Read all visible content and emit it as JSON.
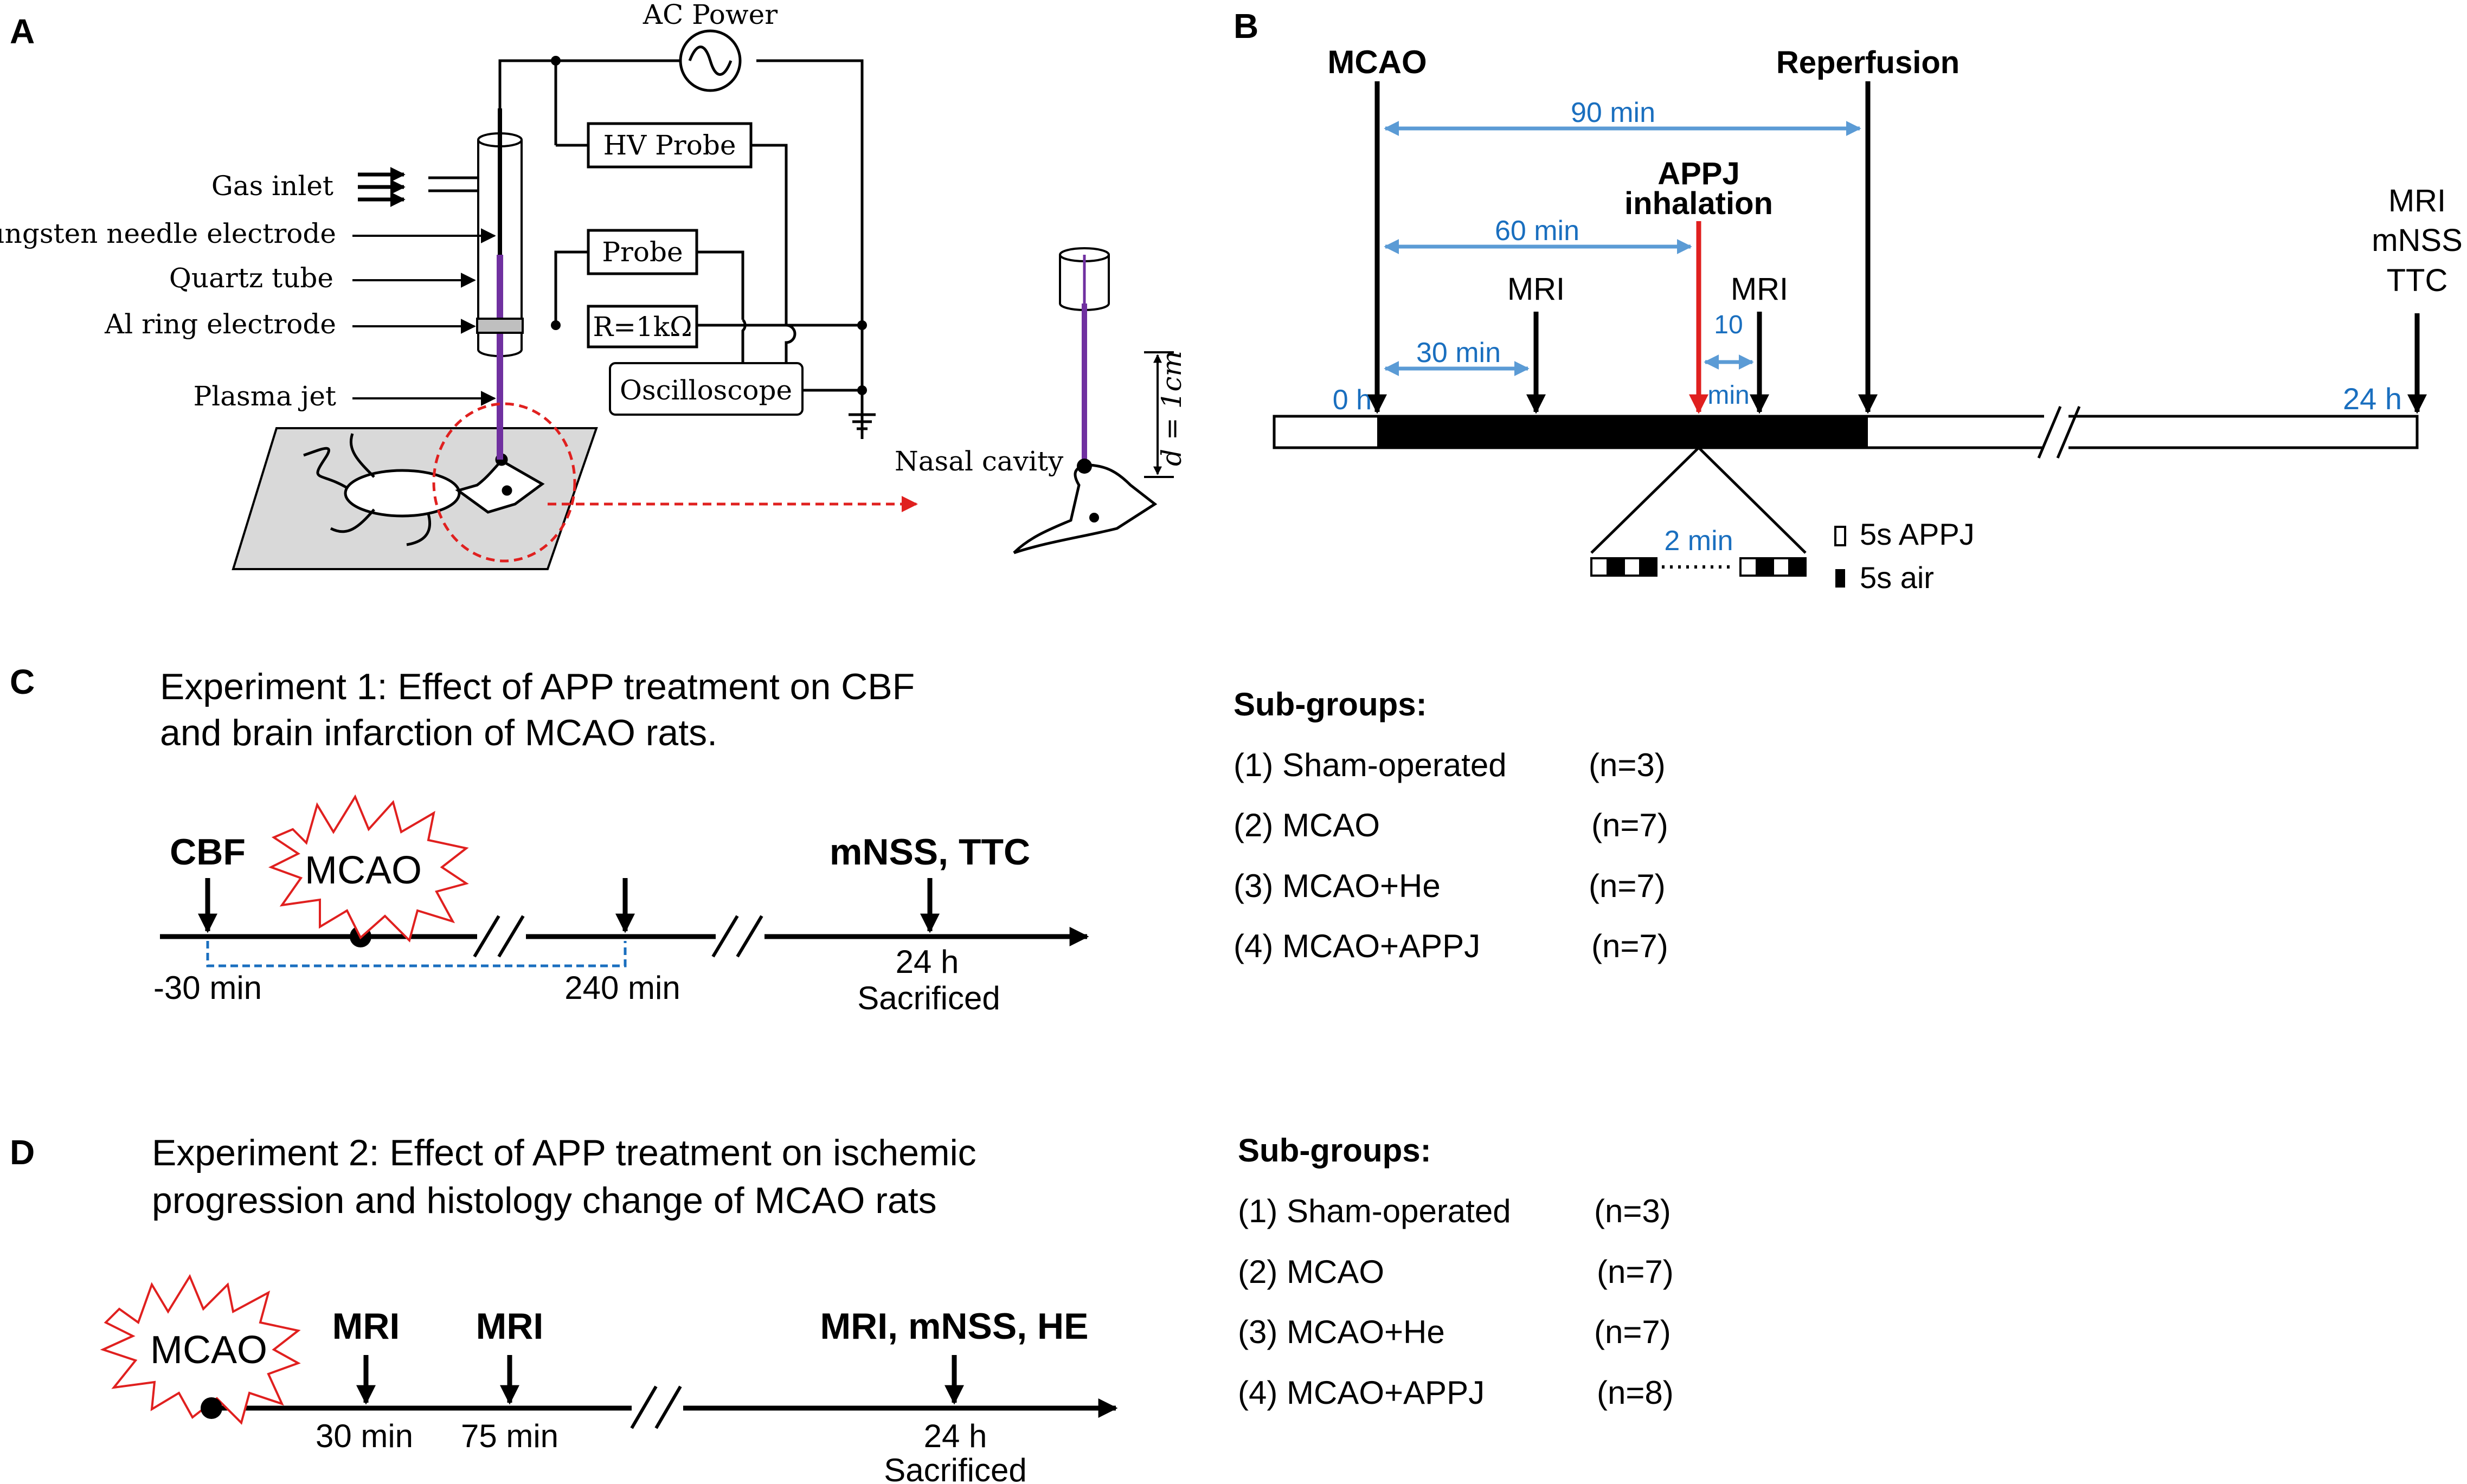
{
  "colors": {
    "accent_blue": "#1a6fbf",
    "arrow_blue": "#5b9bd5",
    "red": "#e0201f",
    "plasma": "#7030a0",
    "grey": "#d9d9d9"
  },
  "panel_a": {
    "letter": "A",
    "ac_power": "AC Power",
    "hv_probe": "HV Probe",
    "probe": "Probe",
    "resistor": "R=1kΩ",
    "oscilloscope": "Oscilloscope",
    "gas_inlet": "Gas inlet",
    "needle": "Tungsten needle electrode",
    "quartz": "Quartz tube",
    "ring": "Al ring electrode",
    "jet": "Plasma jet",
    "nasal": "Nasal cavity",
    "distance": "d = 1cm"
  },
  "panel_b": {
    "letter": "B",
    "mcao": "MCAO",
    "reperfusion": "Reperfusion",
    "appj_1": "APPJ",
    "appj_2": "inhalation",
    "int_90": "90 min",
    "int_60": "60 min",
    "int_30": "30 min",
    "int_10a": "10",
    "int_10b": "min",
    "mri_a": "MRI",
    "mri_b": "MRI",
    "end_1": "MRI",
    "end_2": "mNSS",
    "end_3": "TTC",
    "t0": "0 h",
    "t24": "24 h",
    "cycle": "2 min",
    "legend_appj": "5s APPJ",
    "legend_air": "5s air"
  },
  "panel_c": {
    "letter": "C",
    "title_1": "Experiment 1: Effect of APP treatment on CBF",
    "title_2": "and brain infarction of MCAO rats.",
    "cbf": "CBF",
    "mcao": "MCAO",
    "end_label": "mNSS, TTC",
    "t_start": "-30 min",
    "t_240": "240 min",
    "t_24": "24 h",
    "sacrificed": "Sacrificed",
    "subgroups_title": "Sub-groups:",
    "groups": [
      {
        "label": "(1)  Sham-operated",
        "n": "(n=3)"
      },
      {
        "label": "(2)  MCAO",
        "n": "(n=7)"
      },
      {
        "label": "(3)  MCAO+He",
        "n": "(n=7)"
      },
      {
        "label": "(4)  MCAO+APPJ",
        "n": "(n=7)"
      }
    ]
  },
  "panel_d": {
    "letter": "D",
    "title_1": "Experiment 2: Effect of APP treatment on ischemic",
    "title_2": "progression and histology change of MCAO rats",
    "mcao": "MCAO",
    "mri_1": "MRI",
    "mri_2": "MRI",
    "end_label": "MRI, mNSS, HE",
    "t_30": "30 min",
    "t_75": "75 min",
    "t_24": "24 h",
    "sacrificed": "Sacrificed",
    "subgroups_title": "Sub-groups:",
    "groups": [
      {
        "label": "(1)  Sham-operated",
        "n": "(n=3)"
      },
      {
        "label": "(2)  MCAO",
        "n": "(n=7)"
      },
      {
        "label": "(3)  MCAO+He",
        "n": "(n=7)"
      },
      {
        "label": "(4)  MCAO+APPJ",
        "n": "(n=8)"
      }
    ]
  }
}
